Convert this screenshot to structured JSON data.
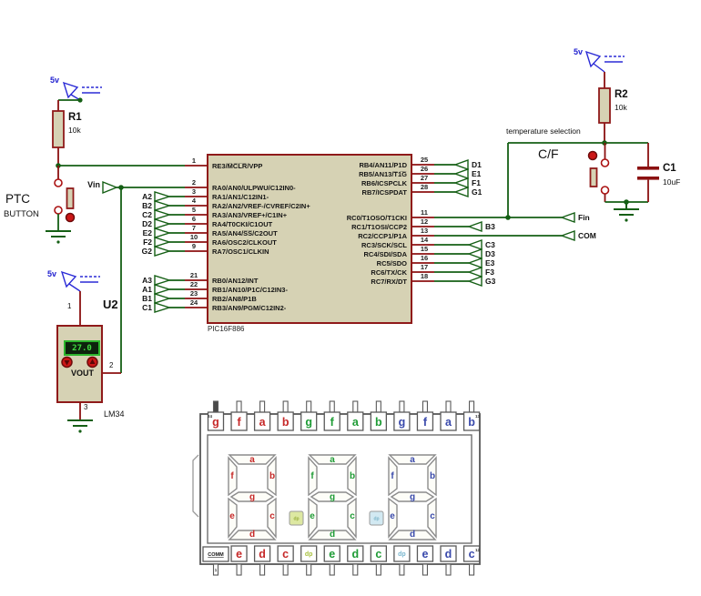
{
  "power_label": "5v",
  "chip": {
    "name": "PIC16F886",
    "left_pins": [
      {
        "num": "1",
        "name": "RE3/M̅C̅L̅R̅/VPP",
        "tag": ""
      },
      {
        "num": "2",
        "name": "RA0/AN0/ULPWU/C12IN0-",
        "tag": ""
      },
      {
        "num": "3",
        "name": "RA1/AN1/C12IN1-",
        "tag": "A2"
      },
      {
        "num": "4",
        "name": "RA2/AN2/VREF-/CVREF/C2IN+",
        "tag": "B2"
      },
      {
        "num": "5",
        "name": "RA3/AN3/VREF+/C1IN+",
        "tag": "C2"
      },
      {
        "num": "6",
        "name": "RA4/T0CKI/C1OUT",
        "tag": "D2"
      },
      {
        "num": "7",
        "name": "RA5/AN4/S̅S̅/C2OUT",
        "tag": "E2"
      },
      {
        "num": "10",
        "name": "RA6/OSC2/CLKOUT",
        "tag": "F2"
      },
      {
        "num": "9",
        "name": "RA7/OSC1/CLKIN",
        "tag": "G2"
      },
      {
        "num": "21",
        "name": "RB0/AN12/INT",
        "tag": "A3"
      },
      {
        "num": "22",
        "name": "RB1/AN10/P1C/C12IN3-",
        "tag": "A1"
      },
      {
        "num": "23",
        "name": "RB2/AN8/P1B",
        "tag": "B1"
      },
      {
        "num": "24",
        "name": "RB3/AN9/PGM/C12IN2-",
        "tag": "C1"
      }
    ],
    "right_pins": [
      {
        "num": "25",
        "name": "RB4/AN11/P1D",
        "tag": "D1"
      },
      {
        "num": "26",
        "name": "RB5/AN13/T̅1̅G̅",
        "tag": "E1"
      },
      {
        "num": "27",
        "name": "RB6/ICSPCLK",
        "tag": "F1"
      },
      {
        "num": "28",
        "name": "RB7/ICSPDAT",
        "tag": "G1"
      },
      {
        "num": "11",
        "name": "RC0/T1OSO/T1CKI",
        "tag": "Fin"
      },
      {
        "num": "12",
        "name": "RC1/T1OSI/CCP2",
        "tag": "B3"
      },
      {
        "num": "13",
        "name": "RC2/CCP1/P1A",
        "tag": "COM"
      },
      {
        "num": "14",
        "name": "RC3/SCK/SCL",
        "tag": "C3"
      },
      {
        "num": "15",
        "name": "RC4/SDI/SDA",
        "tag": "D3"
      },
      {
        "num": "16",
        "name": "RC5/SDO",
        "tag": "E3"
      },
      {
        "num": "17",
        "name": "RC6/TX/CK",
        "tag": "F3"
      },
      {
        "num": "18",
        "name": "RC7/RX/DT",
        "tag": "G3"
      }
    ]
  },
  "components": {
    "r1": {
      "ref": "R1",
      "value": "10k"
    },
    "r2": {
      "ref": "R2",
      "value": "10k"
    },
    "c1": {
      "ref": "C1",
      "value": "10uF"
    },
    "u2": {
      "ref": "U2",
      "part": "LM34",
      "reading": "27.0",
      "vout": "VOUT",
      "pin1": "1",
      "pin2": "2",
      "pin3": "3"
    },
    "ptc": {
      "line1": "PTC",
      "line2": "BUTTON"
    },
    "cf": {
      "label": "C/F"
    }
  },
  "nets": {
    "vin": "Vin",
    "temp_sel": "temperature selection"
  },
  "display": {
    "segment_letters": [
      "a",
      "b",
      "c",
      "d",
      "e",
      "f",
      "g"
    ],
    "top_pins": [
      {
        "label": "g",
        "pin": "24",
        "color": "#c62828"
      },
      {
        "label": "f",
        "color": "#c62828"
      },
      {
        "label": "a",
        "color": "#c62828"
      },
      {
        "label": "b",
        "color": "#c62828"
      },
      {
        "label": "g",
        "color": "#1e9b35"
      },
      {
        "label": "f",
        "color": "#1e9b35"
      },
      {
        "label": "a",
        "color": "#1e9b35"
      },
      {
        "label": "b",
        "color": "#1e9b35"
      },
      {
        "label": "g",
        "color": "#3949ab"
      },
      {
        "label": "f",
        "color": "#3949ab"
      },
      {
        "label": "a",
        "color": "#3949ab"
      },
      {
        "label": "b",
        "pin": "13",
        "color": "#3949ab"
      }
    ],
    "bottom_pins": [
      {
        "label": "COMM",
        "pin": "1",
        "color": "#111111",
        "comm": true
      },
      {
        "label": "e",
        "color": "#c62828"
      },
      {
        "label": "d",
        "color": "#c62828"
      },
      {
        "label": "c",
        "color": "#c62828"
      },
      {
        "label": "dp",
        "color": "#a9c23f",
        "small": true
      },
      {
        "label": "e",
        "color": "#1e9b35"
      },
      {
        "label": "d",
        "color": "#1e9b35"
      },
      {
        "label": "c",
        "color": "#1e9b35"
      },
      {
        "label": "dp",
        "color": "#79b7cf",
        "small": true
      },
      {
        "label": "e",
        "color": "#3949ab"
      },
      {
        "label": "d",
        "color": "#3949ab"
      },
      {
        "label": "c",
        "pin": "12",
        "color": "#3949ab"
      }
    ],
    "digits": [
      {
        "color": "#c62828"
      },
      {
        "color": "#1e9b35"
      },
      {
        "color": "#3949ab"
      }
    ],
    "dps": [
      {
        "label": "dp",
        "fill": "#dde8a2",
        "text": "#97ad3a"
      },
      {
        "label": "dp",
        "fill": "#d2e9f2",
        "text": "#7ab4c9"
      }
    ]
  },
  "colors": {
    "wire_green": "#155f15",
    "pin_red": "#8b1111",
    "chip_fill": "#d6d2b4",
    "chip_border": "#8f1a1a",
    "power_blue": "#2b2bd6",
    "readout_bg": "#0d230d",
    "readout_text": "#3fd93f"
  }
}
